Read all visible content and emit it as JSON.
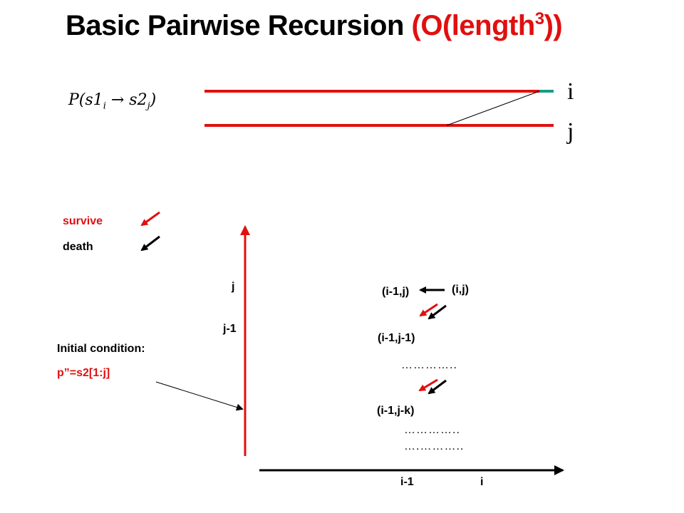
{
  "title": {
    "main": "Basic Pairwise Recursion ",
    "complexity_open": "(O(length",
    "complexity_exp": "3",
    "complexity_close": "))"
  },
  "formula": {
    "prefix": "P(s1",
    "sub_i": "i",
    "arrow": " → s2",
    "sub_j": "j",
    "suffix": ")"
  },
  "sequence_labels": {
    "top": "i",
    "bottom": "j"
  },
  "legend": {
    "survive": "survive",
    "death": "death"
  },
  "y_axis_labels": {
    "j": "j",
    "j_minus_1": "j-1"
  },
  "x_axis_labels": {
    "i_minus_1": "i-1",
    "i": "i"
  },
  "initial_condition": {
    "label": "Initial condition:",
    "value": "p”=s2[1:j]"
  },
  "cells": {
    "i1_j": "(i-1,j)",
    "i_j": "(i,j)",
    "i1_j1": "(i-1,j-1)",
    "i1_jk": "(i-1,j-k)"
  },
  "ellipses": [
    "…………..",
    "…………..",
    "….……….."
  ],
  "colors": {
    "red": "#e0100f",
    "teal": "#1a9a8a",
    "black": "#000000"
  }
}
